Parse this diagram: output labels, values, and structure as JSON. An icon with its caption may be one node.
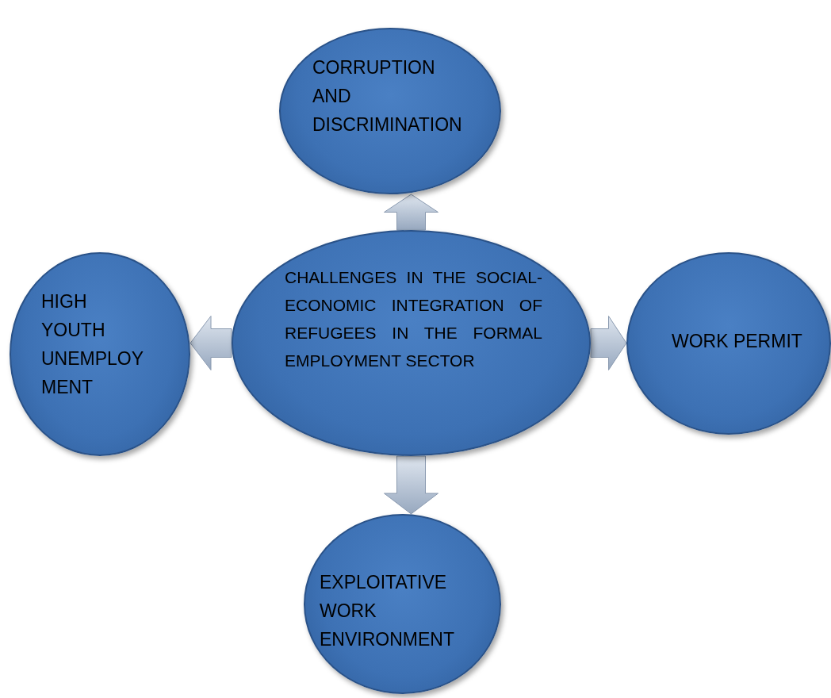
{
  "diagram": {
    "nodes": [
      {
        "text": [
          "CHALLENGES IN THE SOCIAL-ECONOMIC INTEGRATION OF REFUGEES IN THE FORMAL EMPLOYMENT SECTOR"
        ]
      },
      {
        "text": [
          "CORRUPTION AND DISCRIMINATION"
        ]
      },
      {
        "text": [
          "HIGH YOUTH UNEMPLOYMENT"
        ]
      },
      {
        "text": [
          "WORK PERMIT"
        ]
      },
      {
        "text": [
          "EXPLOITATIVE WORK ENVIRONMENT"
        ]
      }
    ],
    "edges": [
      {
        "from": 0,
        "to": 1,
        "arrow": "to"
      },
      {
        "from": 0,
        "to": 2,
        "arrow": "to"
      },
      {
        "from": 0,
        "to": 3,
        "arrow": "to"
      },
      {
        "from": 0,
        "to": 4,
        "arrow": "to"
      }
    ]
  }
}
